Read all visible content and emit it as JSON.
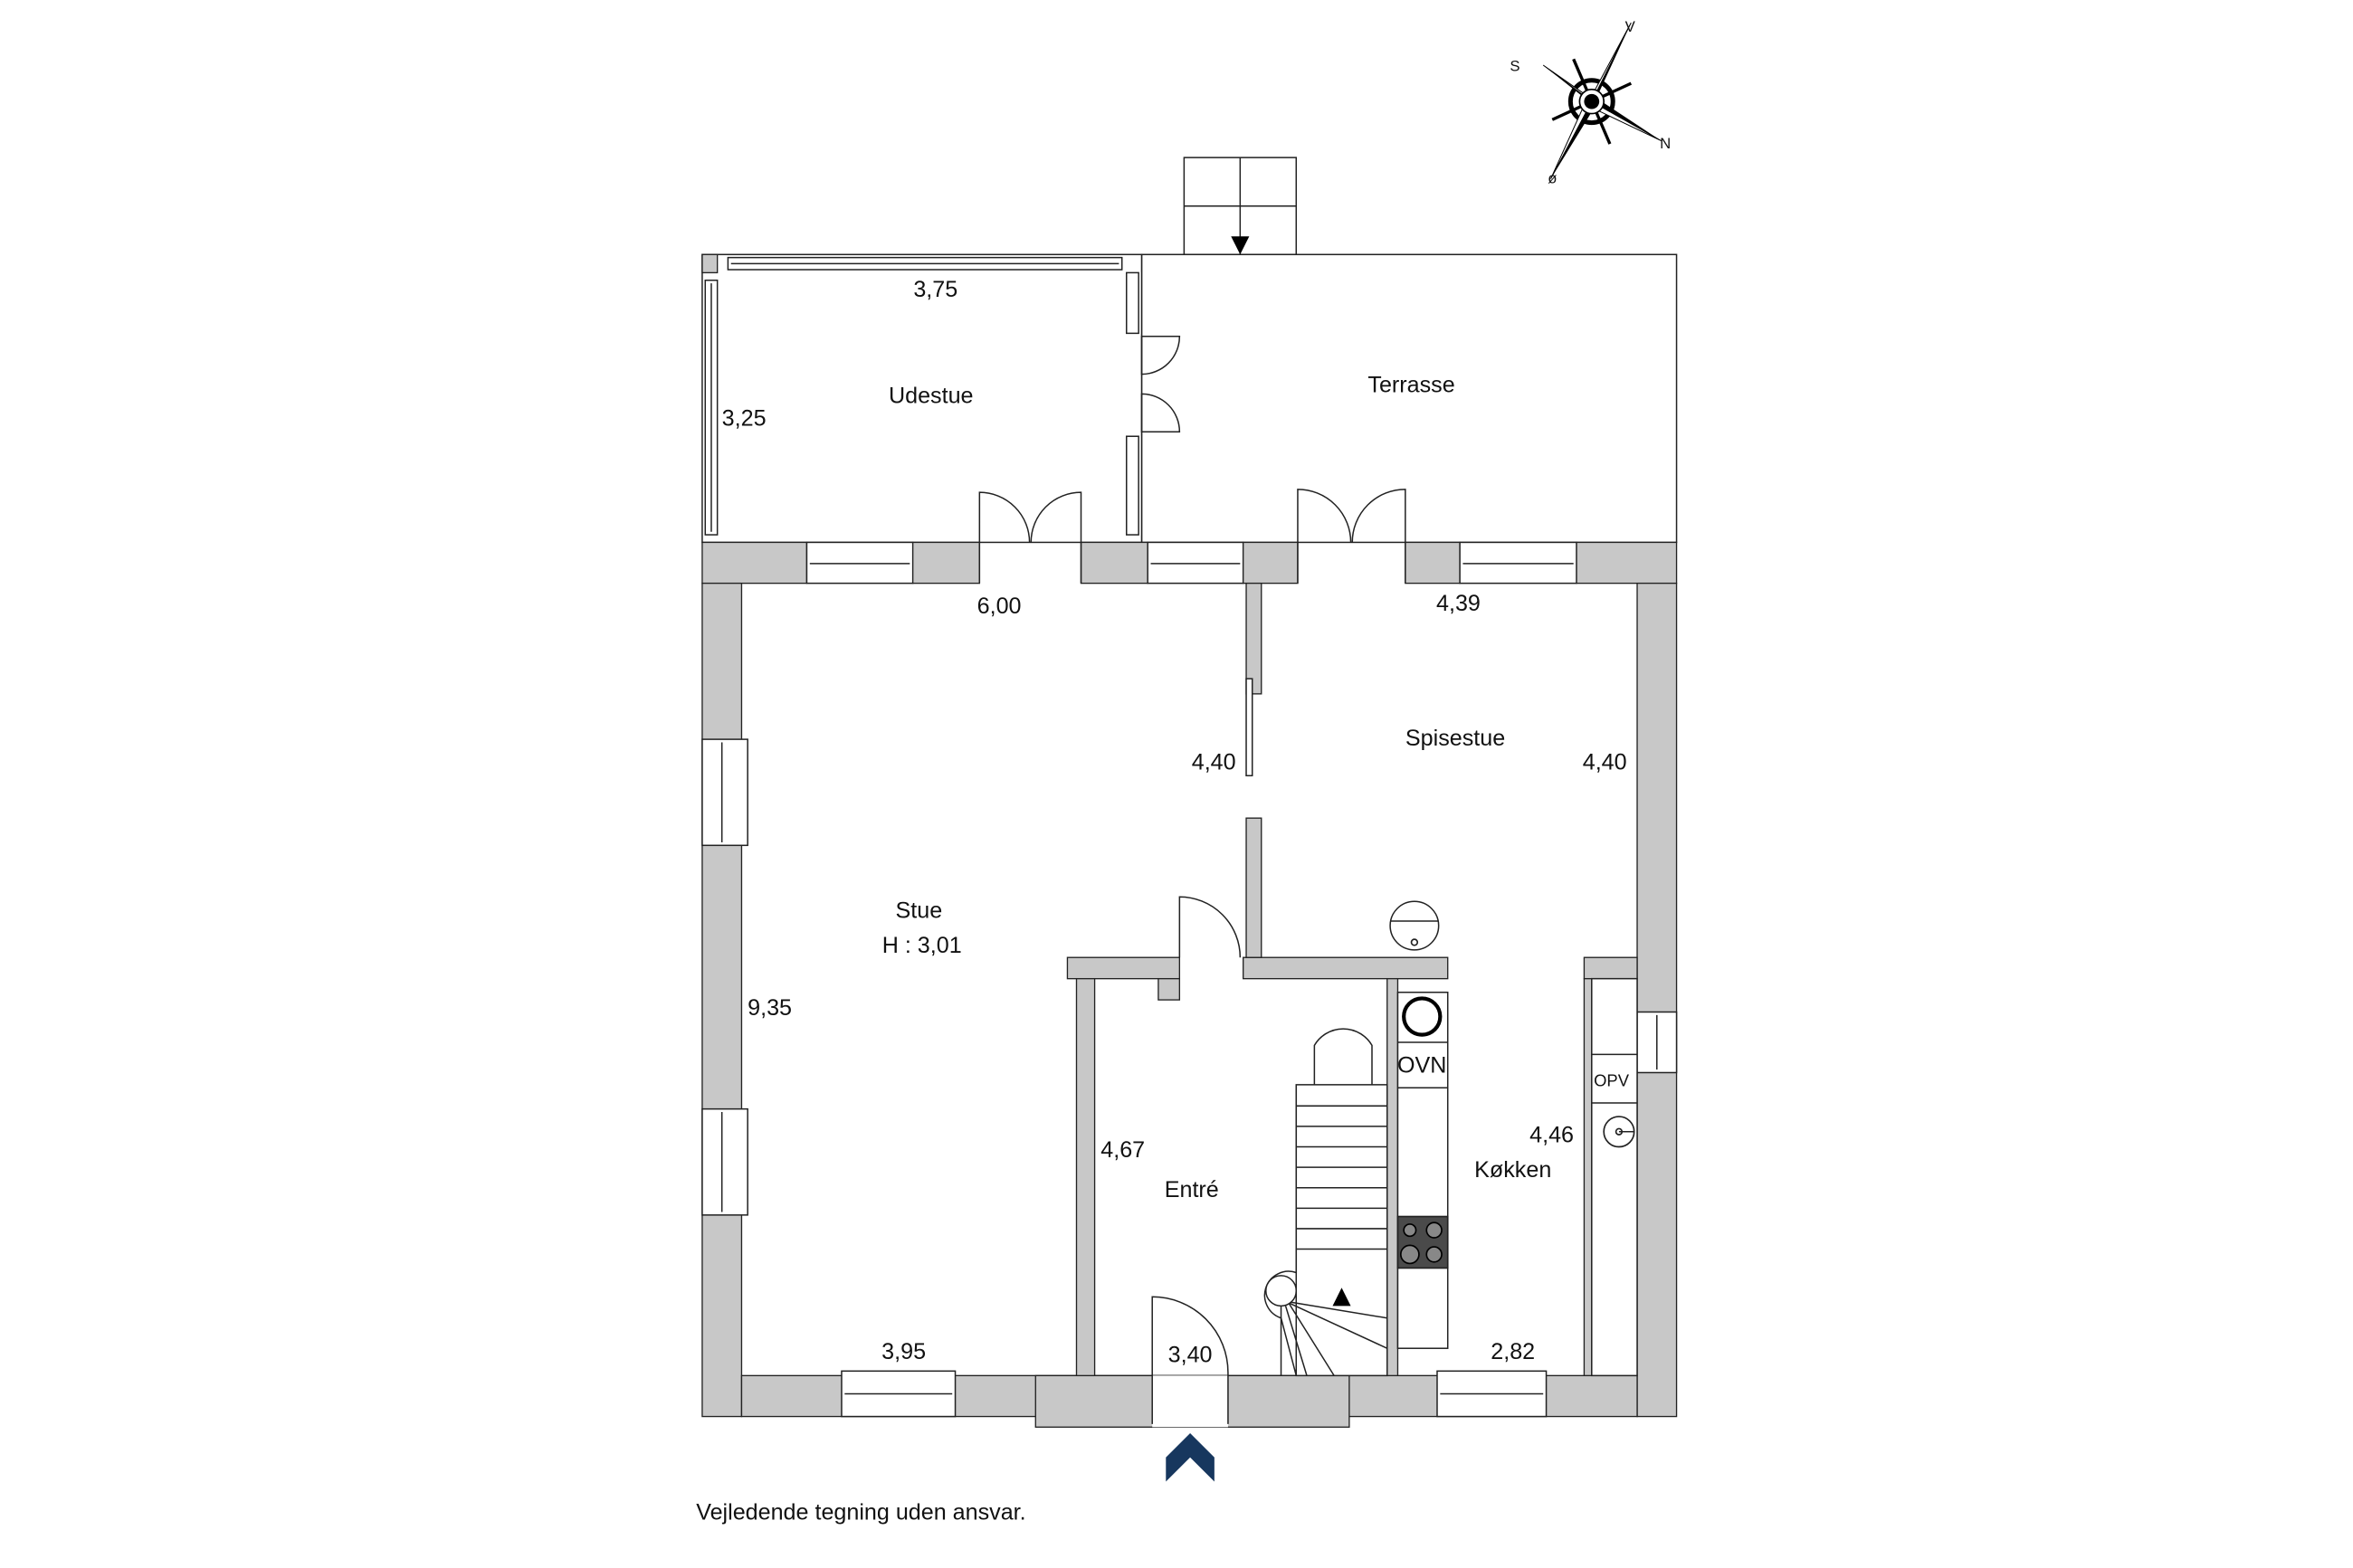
{
  "compass": {
    "v": "V",
    "s": "S",
    "n": "N",
    "o": "ø"
  },
  "rooms": {
    "udestue": {
      "name": "Udestue",
      "width": "3,75",
      "depth": "3,25"
    },
    "terrasse": {
      "name": "Terrasse"
    },
    "stue": {
      "name": "Stue",
      "height": "H : 3,01",
      "dim_top": "6,00",
      "dim_side": "9,35",
      "dim_bottom": "3,95"
    },
    "spisestue": {
      "name": "Spisestue",
      "dim_top": "4,39",
      "dim_left": "4,40",
      "dim_right": "4,40"
    },
    "entre": {
      "name": "Entré",
      "dim_side": "4,67",
      "dim_bottom": "3,40"
    },
    "kokken": {
      "name": "Køkken",
      "dim_side": "4,46",
      "dim_bottom": "2,82"
    }
  },
  "appliances": {
    "oven": "OVN",
    "dishwasher": "OPV"
  },
  "footer": {
    "disclaimer": "Vejledende tegning uden ansvar."
  },
  "colors": {
    "wall": "#c8c8c8",
    "entrance_arrow": "#17375e"
  }
}
